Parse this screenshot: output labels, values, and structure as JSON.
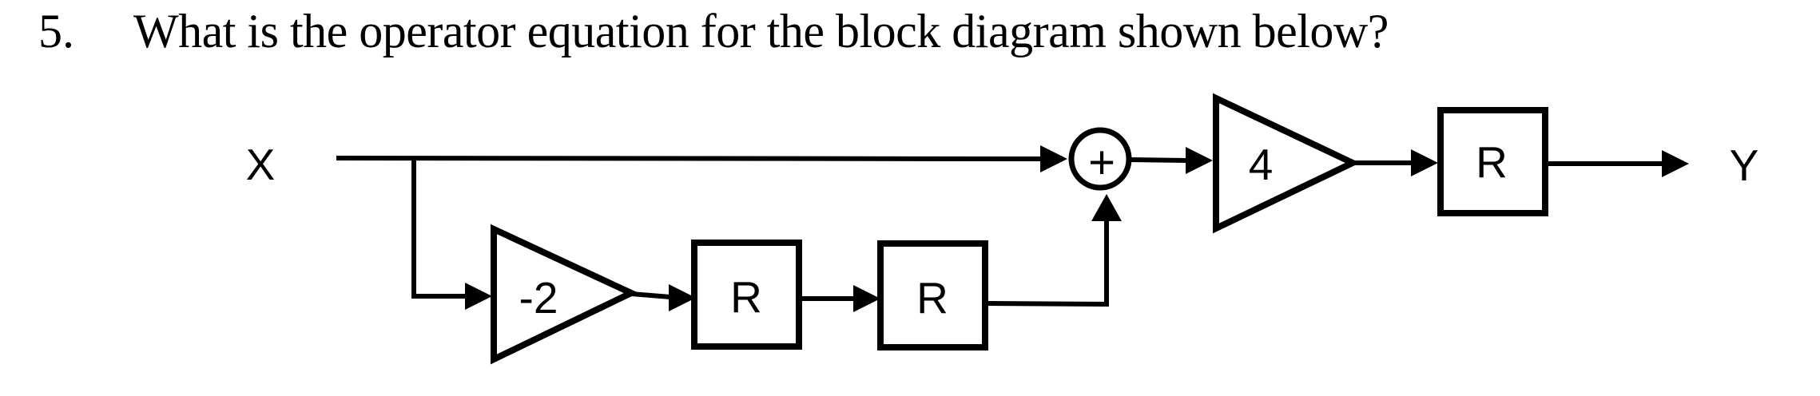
{
  "page": {
    "background_color": "#ffffff",
    "ink_color": "#000000"
  },
  "question": {
    "number": "5.",
    "text": "What is the operator equation for the block diagram shown below?"
  },
  "diagram": {
    "labels": {
      "input": "X",
      "feedforward_gain": "-2",
      "feed_delay_1": "R",
      "feed_delay_2": "R",
      "summer": "+",
      "output_gain": "4",
      "output_delay": "R",
      "output": "Y"
    }
  }
}
